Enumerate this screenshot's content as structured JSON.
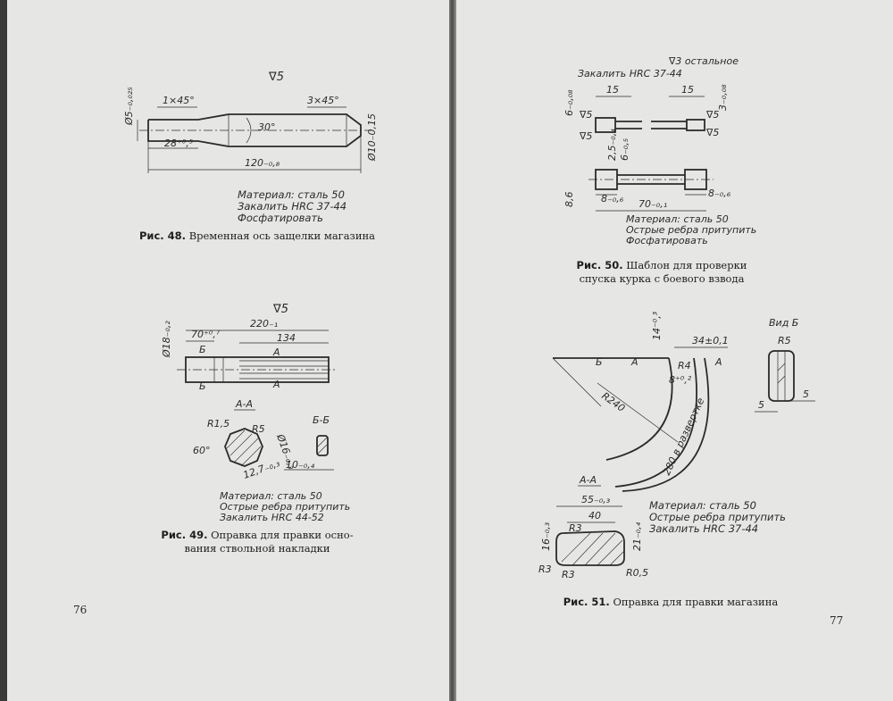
{
  "left_page": {
    "page_number": "76",
    "fig48": {
      "fig_label": "Рис. 48.",
      "caption": "Временная ось защелки магазина",
      "surface_mark": "∇5",
      "dims": {
        "diameter_left": "Ø5₋₀,₀₂₅",
        "chamfer_left": "1×45°",
        "chamfer_right": "3×45°",
        "angle": "30°",
        "length_short": "28⁺⁰,⁵",
        "length_total": "120₋₀,₈",
        "diameter_right": "Ø10₋0,15"
      },
      "notes": [
        "Материал: сталь 50",
        "Закалить HRC 37-44",
        "Фосфатировать"
      ]
    },
    "fig49": {
      "fig_label": "Рис. 49.",
      "caption_line1": "Оправка для правки осно-",
      "caption_line2": "вания ствольной накладки",
      "surface_mark": "∇5",
      "dims": {
        "diameter": "Ø18₋₀,₂",
        "length_total": "220₋₁",
        "length_grooved": "134",
        "length_head": "70⁺⁰,⁷",
        "radius_1": "R1,5",
        "radius_2": "R5",
        "angle": "60°",
        "profile_diam": "Ø16₋₀,₃",
        "flat": "12,7₋₀,₃",
        "thickness": "10₋₀,₄"
      },
      "section_aa": "А-А",
      "section_bb": "Б-Б",
      "cut_a": "А",
      "cut_b": "Б",
      "notes": [
        "Материал: сталь 50",
        "Острые ребра притупить",
        "Закалить HRC 44-52"
      ]
    }
  },
  "right_page": {
    "page_number": "77",
    "fig50": {
      "fig_label": "Рис. 50.",
      "caption_line1": "Шаблон для проверки",
      "caption_line2": "спуска курка с боевого взвода",
      "surface_mark": "∇3 остальное",
      "harden": "Закалить HRC 37-44",
      "dims": {
        "length_left": "15",
        "length_right": "15",
        "height_left": "6₋₀,₀₈",
        "height_right": "3₋₀,₀₈",
        "mark_5": "∇5",
        "thickness_1": "2,5₋₀,₄",
        "thickness_2": "6₋₀,₅",
        "height_bottom": "8,6",
        "step_left": "8₋₀,₆",
        "length_mid": "70₋₀,₁",
        "step_right": "8₋₀,₆"
      },
      "notes": [
        "Материал: сталь 50",
        "Острые ребра притупить",
        "Фосфатировать"
      ]
    },
    "fig51": {
      "fig_label": "Рис. 51.",
      "caption": "Оправка для правки магазина",
      "view_label": "Вид Б",
      "section_aa": "А-А",
      "cut_a": "А",
      "cut_b": "Б",
      "dims": {
        "offset": "34±0,1",
        "height": "14⁻⁰,³",
        "radius_r4": "R4",
        "radius_main": "R240",
        "depth": "8⁺⁰,²",
        "arc_length": "280 в развертке",
        "view_r5": "R5",
        "view_w_left": "5",
        "view_w_right": "5",
        "width_total": "55₋₀,₃",
        "width_inner": "40",
        "height_left": "16₋₀,₃",
        "height_right": "21₋₀,₄",
        "radius_r3_top": "R3",
        "radius_r3_left": "R3",
        "radius_r3_bottom": "R3",
        "radius_r05": "R0,5"
      },
      "notes": [
        "Материал: сталь 50",
        "Острые ребра притупить",
        "Закалить HRC 37-44"
      ]
    }
  }
}
